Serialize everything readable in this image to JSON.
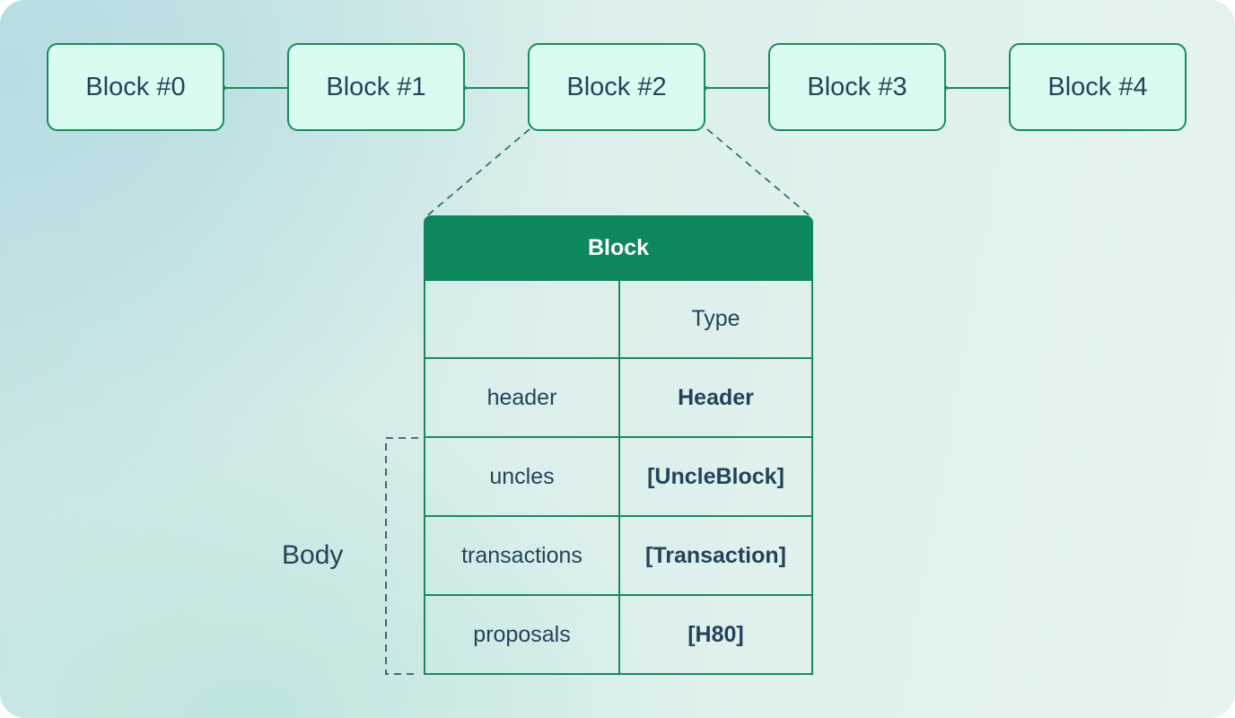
{
  "chain": {
    "blocks": [
      "Block #0",
      "Block #1",
      "Block #2",
      "Block #3",
      "Block #4"
    ]
  },
  "table": {
    "title": "Block",
    "type_header": "Type",
    "rows": [
      {
        "name": "header",
        "type": "Header"
      },
      {
        "name": "uncles",
        "type": "[UncleBlock]"
      },
      {
        "name": "transactions",
        "type": "[Transaction]"
      },
      {
        "name": "proposals",
        "type": "[H80]"
      }
    ]
  },
  "body_label": "Body",
  "colors": {
    "accent": "#0d875c",
    "border": "#1a8a5c",
    "block_fill": "#dafcf0",
    "text": "#23435a"
  }
}
